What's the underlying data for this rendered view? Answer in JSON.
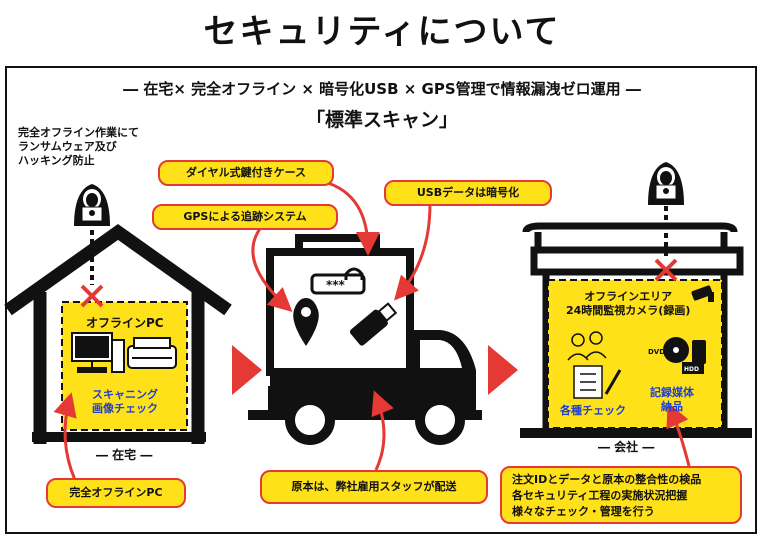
{
  "title": "セキュリティについて",
  "subtitle": "― 在宅× 完全オフライン × 暗号化USB × GPS管理で情報漏洩ゼロ運用 ―",
  "heading": "「標準スキャン」",
  "home": {
    "note_lines": [
      "完全オフライン作業にて",
      "ランサムウェア及び",
      "ハッキング防止"
    ],
    "pc_label": "オフラインPC",
    "check_lines": [
      "スキャニング",
      "画像チェック"
    ],
    "place_label": "― 在宅 ―",
    "bottom_label": "完全オフラインPC"
  },
  "transport": {
    "dial_label": "ダイヤル式鍵付きケース",
    "gps_label": "GPSによる追跡システム",
    "usb_label": "USBデータは暗号化",
    "bottom_label": "原本は、弊社雇用スタッフが配送",
    "lock_code": "***"
  },
  "office": {
    "area_lines": [
      "オフラインエリア",
      "24時間監視カメラ(録画)"
    ],
    "check_label": "各種チェック",
    "media_lines": [
      "記録媒体",
      "納品"
    ],
    "place_label": "― 会社 ―",
    "dvd_text": "DVD",
    "hdd_text": "HDD",
    "bottom_lines": [
      "注文IDとデータと原本の整合性の検品",
      "各セキュリティ工程の実施状況把握",
      "様々なチェック・管理を行う"
    ]
  },
  "colors": {
    "accent": "#ffe11a",
    "danger": "#e53935",
    "text_blue": "#1f3fcf",
    "ink": "#111111"
  },
  "icons": [
    "hacker-icon",
    "blocked-x-icon",
    "desktop-pc-icon",
    "scanner-icon",
    "location-pin-icon",
    "usb-drive-icon",
    "padlock-icon",
    "truck-icon",
    "camera-icon",
    "people-icon",
    "checklist-icon",
    "dvd-icon",
    "hdd-icon",
    "right-arrow-icon"
  ]
}
